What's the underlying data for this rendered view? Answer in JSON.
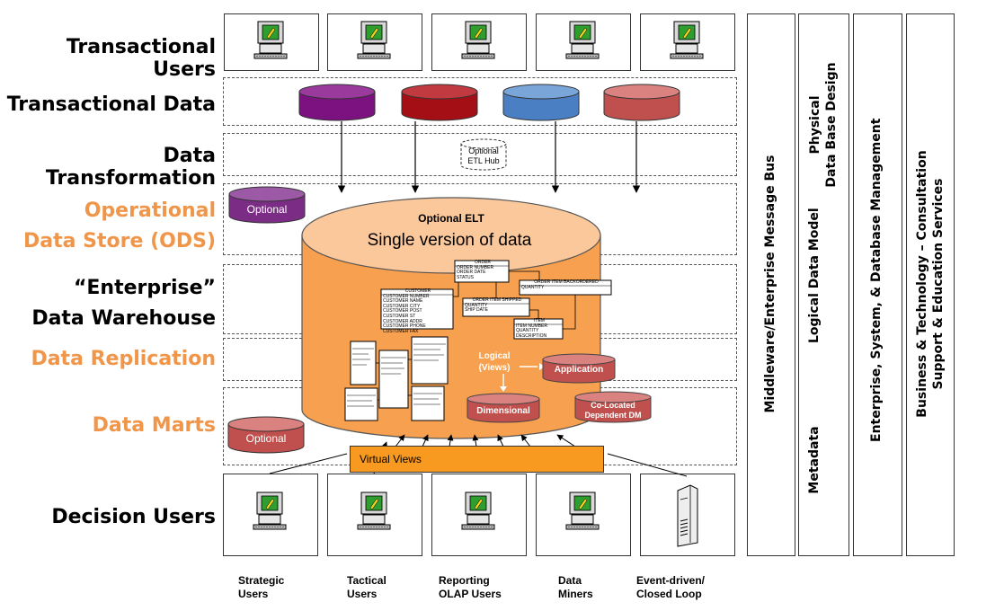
{
  "layers": {
    "transactional_users": "Transactional Users",
    "transactional_data": "Transactional Data",
    "data_transformation": "Data Transformation",
    "ods_line1": "Operational",
    "ods_line2": "Data Store (ODS)",
    "edw_line1": "“Enterprise”",
    "edw_line2": "Data Warehouse",
    "data_replication": "Data Replication",
    "data_marts": "Data Marts",
    "decision_users": "Decision Users"
  },
  "hub": {
    "optional_etl_line1": "Optional",
    "optional_etl_line2": "ETL Hub",
    "optional_elt": "Optional ELT",
    "single_version": "Single version of data",
    "ods_optional": "Optional",
    "marts_optional": "Optional",
    "logical_line1": "Logical",
    "logical_line2": "(Views)",
    "application": "Application",
    "dimensional": "Dimensional",
    "colocated_line1": "Co-Located",
    "colocated_line2": "Dependent DM",
    "virtual_views": "Virtual Views"
  },
  "er_model": {
    "customer": [
      "CUSTOMER",
      "CUSTOMER NUMBER",
      "CUSTOMER NAME",
      "CUSTOMER CITY",
      "CUSTOMER POST",
      "CUSTOMER ST",
      "CUSTOMER ADDR",
      "CUSTOMER PHONE",
      "CUSTOMER FAX"
    ],
    "order": [
      "ORDER",
      "ORDER NUMBER",
      "ORDER DATE",
      "STATUS"
    ],
    "order_item_backordered": [
      "ORDER ITEM BACKORDERED",
      "QUANTITY"
    ],
    "order_item_shipped": [
      "ORDER ITEM SHIPPED",
      "QUANTITY",
      "SHIP DATE"
    ],
    "item": [
      "ITEM",
      "ITEM NUMBER",
      "QUANTITY",
      "DESCRIPTION"
    ]
  },
  "columns": {
    "middleware": "Middleware/Enterprise Message Bus",
    "metadata": "Metadata",
    "logical_data_model": "Logical Data Model",
    "physical_line1": "Physical",
    "physical_line2": "Data Base Design",
    "enterprise_mgmt": "Enterprise, System, & Database Management",
    "business_line1": "Business & Technology – Consultation",
    "business_line2": "Support & Education Services"
  },
  "decision_user_types": [
    "Strategic\nUsers",
    "Tactical\nUsers",
    "Reporting\nOLAP Users",
    "Data\nMiners",
    "Event-driven/\nClosed Loop"
  ],
  "colors": {
    "orange_label": "#f0964a",
    "cylinder_body": "#f7a04f",
    "cylinder_top": "#fbc89b",
    "purple": "#7b127f",
    "dark_red": "#a30f15",
    "blue": "#4a80c3",
    "red": "#c0504d",
    "virtual_views": "#f79a1f"
  },
  "icons": [
    "desktop-computer-icon",
    "server-tower-icon",
    "database-cylinder-icon",
    "arrow-down-icon"
  ]
}
